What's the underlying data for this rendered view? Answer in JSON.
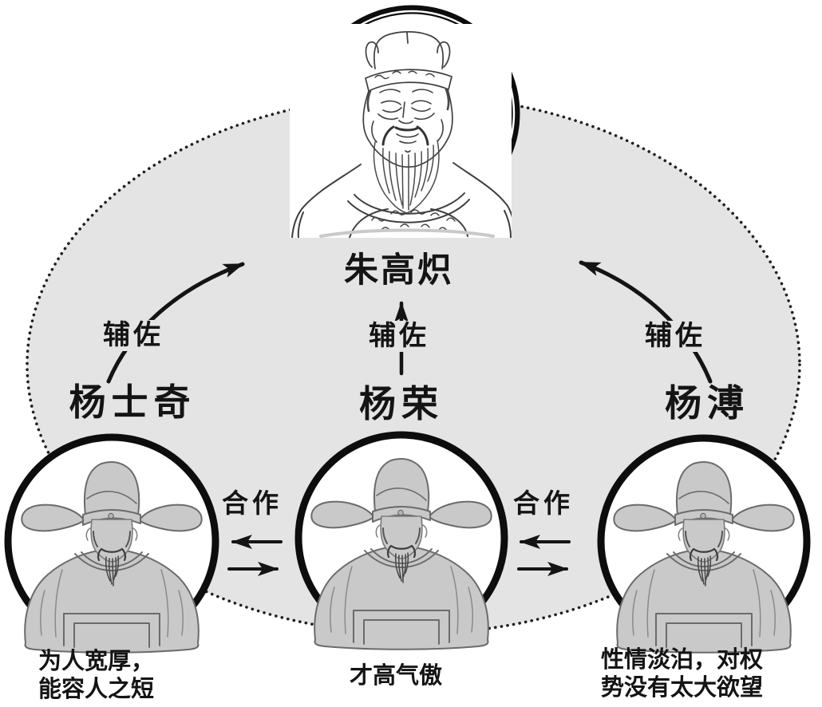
{
  "diagram": {
    "emperor": {
      "name": "朱高炽"
    },
    "relations": {
      "assist_label": "辅佐",
      "cooperate_label": "合作"
    },
    "ministers": [
      {
        "name": "杨士奇",
        "trait_line1": "为人宽厚，",
        "trait_line2": "能容人之短"
      },
      {
        "name": "杨荣",
        "trait_line1": "才高气傲",
        "trait_line2": ""
      },
      {
        "name": "杨溥",
        "trait_line1": "性情淡泊，对权",
        "trait_line2": "势没有太大欲望"
      }
    ],
    "colors": {
      "background": "#ffffff",
      "ellipse_fill": "#e4e4e4",
      "ink": "#141414",
      "figure_grey": "#c9c9c9",
      "figure_outline": "#6b6b6b"
    }
  }
}
